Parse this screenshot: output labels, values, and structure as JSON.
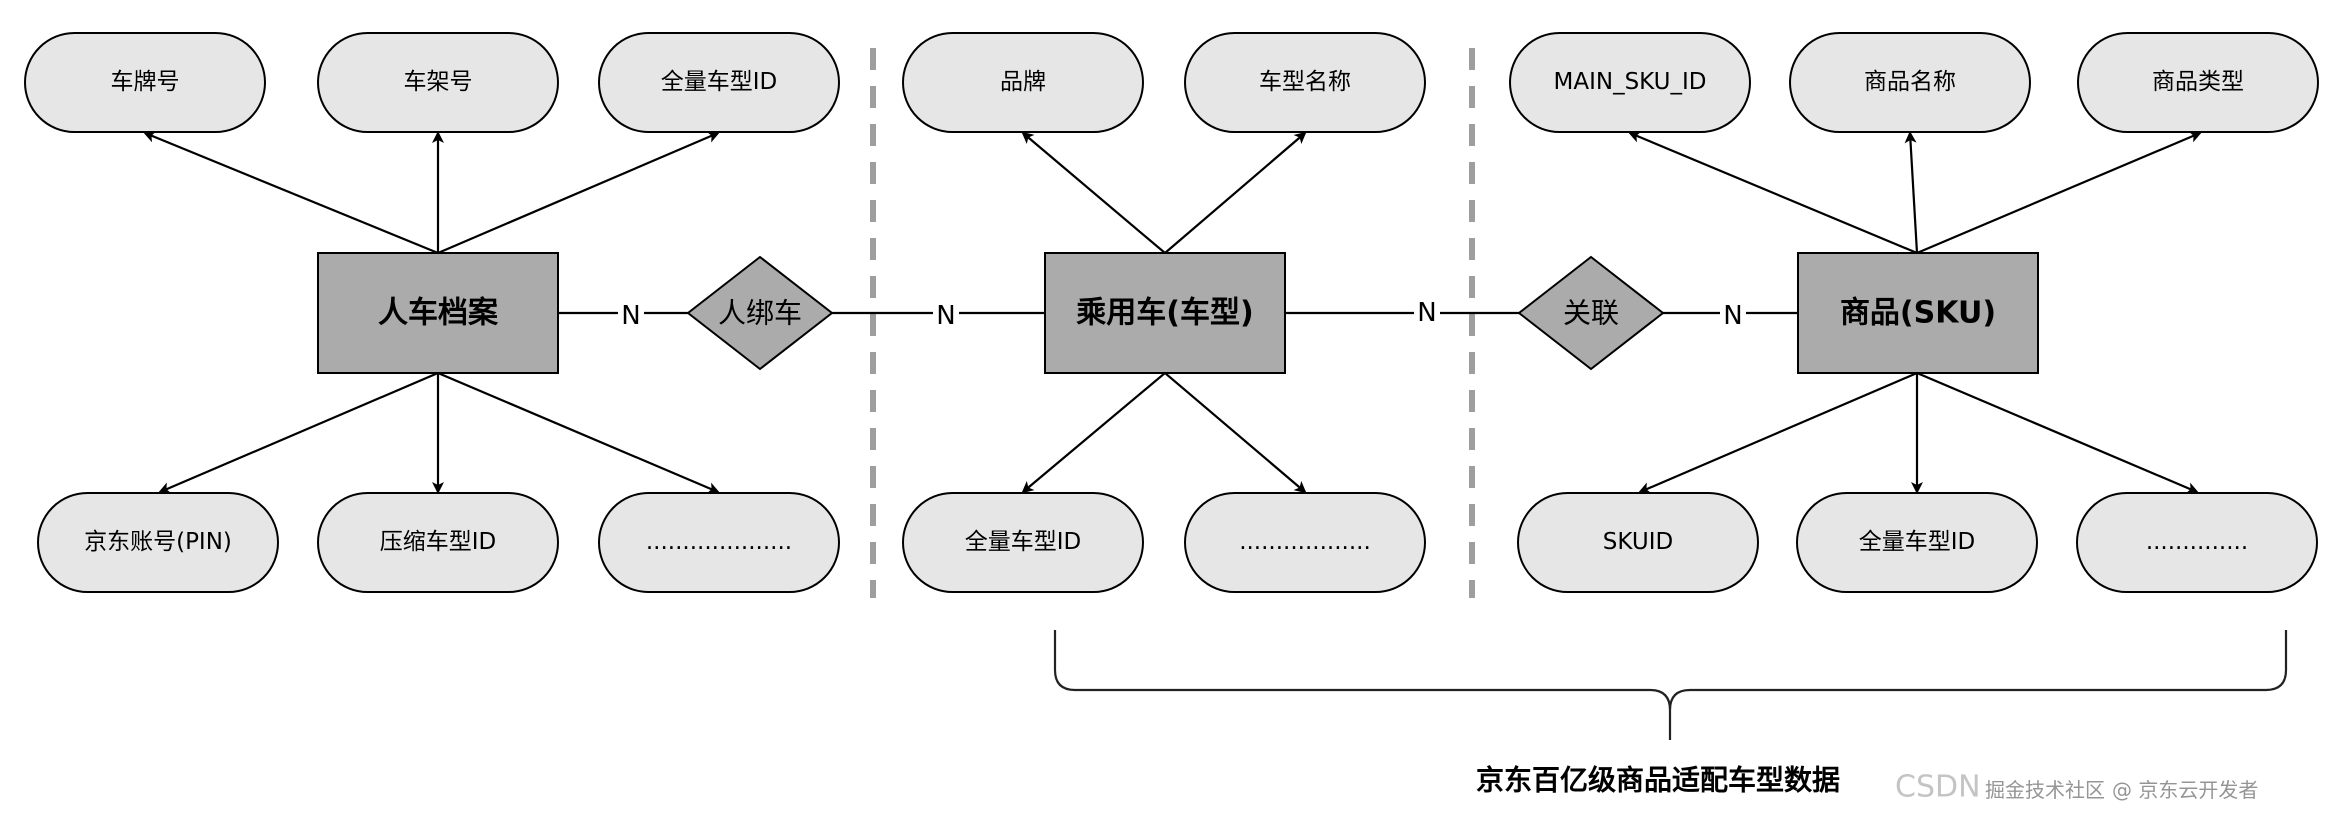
{
  "entities": {
    "vehicle_profile": "人车档案",
    "passenger_car": "乘用车(车型)",
    "sku": "商品(SKU)"
  },
  "relationships": {
    "bind": "人绑车",
    "associate": "关联"
  },
  "cardinality": {
    "profile_bind": "N",
    "bind_car": "N",
    "car_assoc": "N",
    "assoc_sku": "N"
  },
  "attributes": {
    "profile_top": [
      "车牌号",
      "车架号",
      "全量车型ID"
    ],
    "profile_bottom": [
      "京东账号(PIN)",
      "压缩车型ID",
      "...................."
    ],
    "car_top": [
      "品牌",
      "车型名称"
    ],
    "car_bottom": [
      "全量车型ID",
      ".................."
    ],
    "sku_top": [
      "MAIN_SKU_ID",
      "商品名称",
      "商品类型"
    ],
    "sku_bottom": [
      "SKUID",
      "全量车型ID",
      ".............."
    ]
  },
  "caption": "京东百亿级商品适配车型数据",
  "watermark": {
    "csdn": "CSDN",
    "community": "掘金技术社区",
    "author": "@ 京东云开发者"
  }
}
